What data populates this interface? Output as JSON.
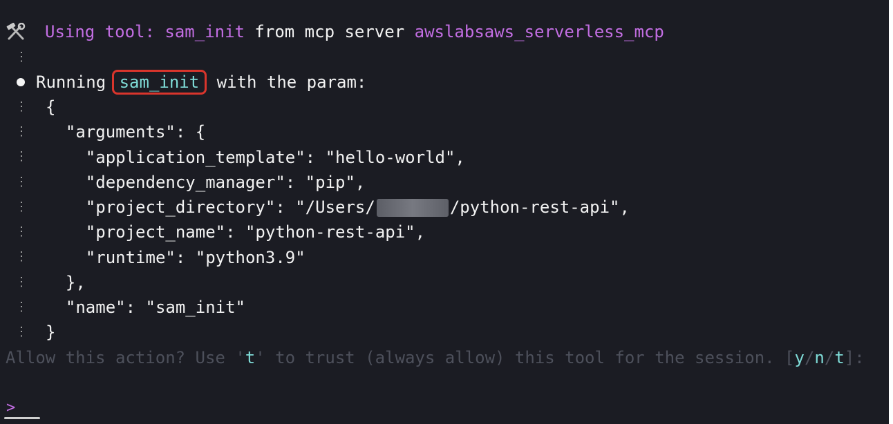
{
  "tool_line": {
    "prefix": "Using tool: ",
    "tool": "sam_init",
    "middle": " from mcp server ",
    "server": "awslabsaws_serverless_mcp"
  },
  "running_line": {
    "prefix": "Running ",
    "tool": "sam_init",
    "suffix": " with the param:"
  },
  "gutter_char": "⋮",
  "json_lines": [
    "{",
    "  \"arguments\": {",
    "    \"application_template\": \"hello-world\",",
    "    \"dependency_manager\": \"pip\",",
    "    \"project_directory\": \"/Users/",
    "    \"project_name\": \"python-rest-api\",",
    "    \"runtime\": \"python3.9\"",
    "  },",
    "  \"name\": \"sam_init\"",
    "}"
  ],
  "project_directory_suffix": "/python-rest-api\",",
  "confirm": {
    "part1": "Allow this action? Use '",
    "t_key": "t",
    "part2": "' to trust (always allow) this tool for the session. [",
    "y": "y",
    "slash1": "/",
    "n": "n",
    "slash2": "/",
    "t": "t",
    "end": "]:"
  },
  "prompt_symbol": ">",
  "icons": [
    "hammer-wrench-icon",
    "bullet-icon"
  ],
  "colors": {
    "background": "#1b1c23",
    "purple": "#c36ee3",
    "cyan": "#7fdcd8",
    "highlight_border": "#d9352c",
    "dim": "#4d505b"
  }
}
